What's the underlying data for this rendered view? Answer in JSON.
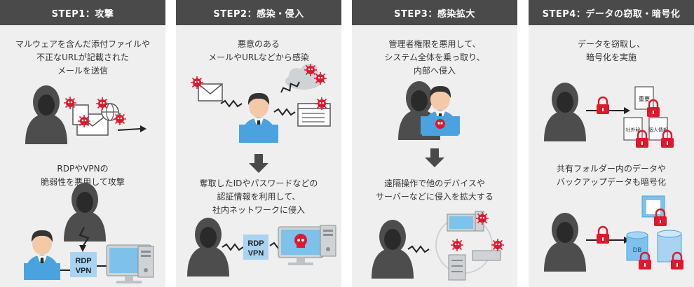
{
  "steps": [
    {
      "title": "STEP1：攻撃",
      "text1": [
        "マルウェアを含んだ添付ファイルや",
        "不正なURLが記載された",
        "メールを送信"
      ],
      "text2": [
        "RDPやVPNの",
        "脆弱性を悪用して攻撃"
      ],
      "rdp_label": [
        "RDP",
        "VPN"
      ]
    },
    {
      "title": "STEP2：感染・侵入",
      "text1": [
        "悪意のある",
        "メールやURLなどから感染"
      ],
      "text2": [
        "奪取したIDやパスワードなどの",
        "認証情報を利用して、",
        "社内ネットワークに侵入"
      ],
      "rdp_label": [
        "RDP",
        "VPN"
      ]
    },
    {
      "title": "STEP3：感染拡大",
      "text1": [
        "管理者権限を悪用して、",
        "システム全体を乗っ取り、",
        "内部へ侵入"
      ],
      "text2": [
        "遠隔操作で他のデバイスや",
        "サーバーなどに侵入を拡大する"
      ]
    },
    {
      "title": "STEP4：データの窃取・暗号化",
      "text1": [
        "データを窃取し、",
        "暗号化を実施"
      ],
      "text2": [
        "共有フォルダー内のデータや",
        "バックアップデータも暗号化"
      ],
      "doc_labels": [
        "重要",
        "社外秘",
        "個人情報"
      ],
      "db_label": "DB"
    }
  ],
  "colors": {
    "header_bg": "#4a4a4a",
    "panel_bg": "#efefef",
    "hacker": "#4d4d4d",
    "accent_blue": "#4aa3df",
    "alert_red": "#e0182d",
    "arrow_dark": "#4a4a4a"
  }
}
